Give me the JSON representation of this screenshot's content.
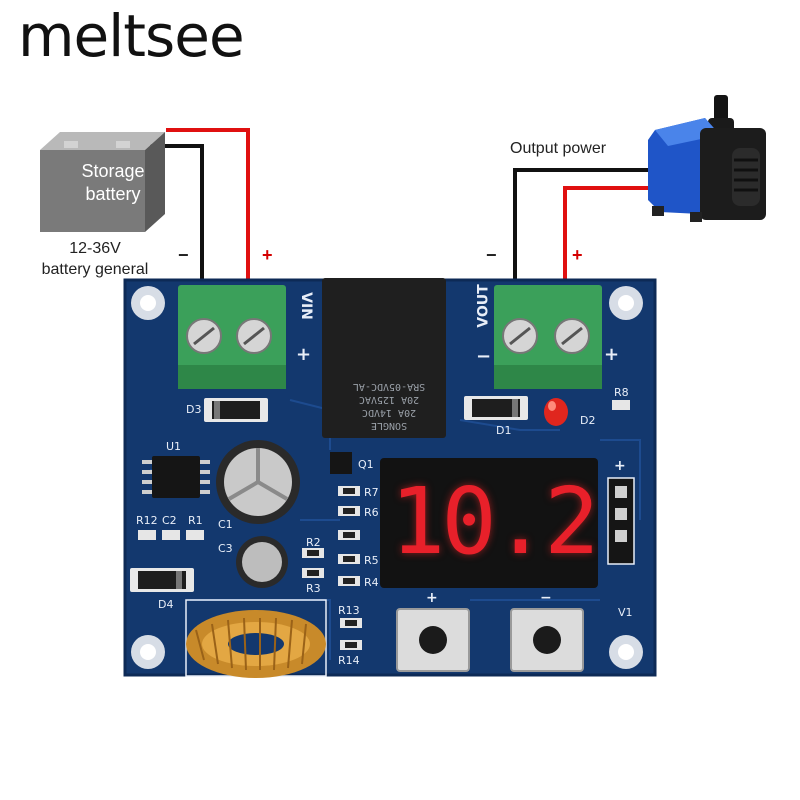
{
  "brand": "meltsee",
  "battery": {
    "label_line1": "Storage",
    "label_line2": "battery",
    "spec_line1": "12-36V",
    "spec_line2": "battery general"
  },
  "output": {
    "label": "Output power"
  },
  "signs": {
    "minus": "−",
    "plus": "+"
  },
  "display": {
    "reading": "10.2"
  },
  "relay": {
    "line1": "SONGLE",
    "line2": "20A 14VDC",
    "line3": "20A 125VAC",
    "line4": "SRA-05VDC-AL"
  },
  "silkscreen": {
    "vin": "VIN",
    "vout": "VOUT",
    "d1": "D1",
    "d2": "D2",
    "d3": "D3",
    "d4": "D4",
    "u1": "U1",
    "q1": "Q1",
    "r7": "R7",
    "r6": "R6",
    "r5": "R5",
    "r4": "R4",
    "r2": "R2",
    "r3": "R3",
    "r12": "R12",
    "c2": "C2",
    "r1": "R1",
    "c1": "C1",
    "c3": "C3",
    "r13": "R13",
    "r14": "R14",
    "r8": "R8",
    "v1": "V1",
    "plus": "+",
    "minus": "−"
  },
  "colors": {
    "pcb": "#13386e",
    "terminal": "#3ba05a",
    "wire_red": "#e01010",
    "wire_black": "#111111",
    "segment": "#e8202a",
    "battery": "#7a7a7a",
    "pump": "#1f55c8"
  }
}
